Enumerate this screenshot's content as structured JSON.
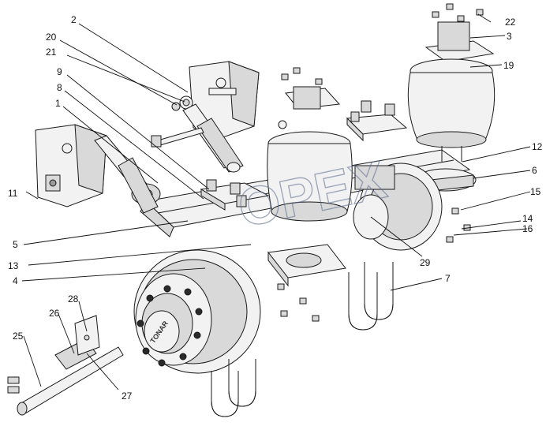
{
  "diagram": {
    "callouts": [
      "2",
      "20",
      "21",
      "9",
      "8",
      "1",
      "11",
      "5",
      "13",
      "4",
      "28",
      "26",
      "25",
      "27",
      "22",
      "3",
      "19",
      "12",
      "6",
      "15",
      "14",
      "16",
      "7",
      "29"
    ],
    "hub_marking": "TONAR",
    "watermark": "OPEX"
  }
}
